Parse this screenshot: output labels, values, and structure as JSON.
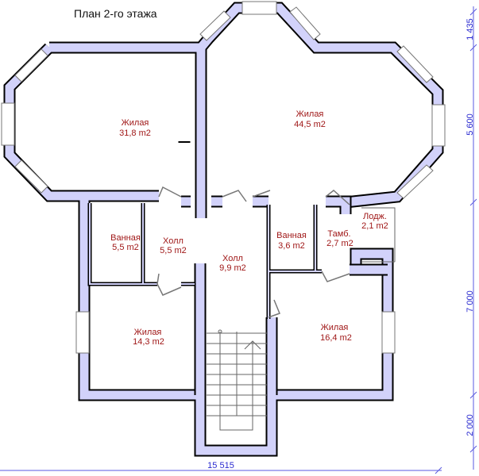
{
  "title": "План 2-го этажа",
  "rooms": [
    {
      "name": "Жилая",
      "area": "31,8 m2"
    },
    {
      "name": "Жилая",
      "area": "44,5 m2"
    },
    {
      "name": "Ванная",
      "area": "5,5 m2"
    },
    {
      "name": "Холл",
      "area": "5,5 m2"
    },
    {
      "name": "Холл",
      "area": "9,9 m2"
    },
    {
      "name": "Ванная",
      "area": "3,6 m2"
    },
    {
      "name": "Тамб.",
      "area": "2,7 m2"
    },
    {
      "name": "Лодж.",
      "area": "2,1 m2"
    },
    {
      "name": "Жилая",
      "area": "14,3 m2"
    },
    {
      "name": "Жилая",
      "area": "16,4 m2"
    }
  ],
  "dimensions": {
    "vertical": [
      "1 435",
      "5 600",
      "7 000",
      "2 000"
    ],
    "horizontal": "15 515"
  },
  "colors": {
    "wall": "#d2d2fa",
    "label": "#a01818",
    "dimension": "#2a2ad0"
  }
}
